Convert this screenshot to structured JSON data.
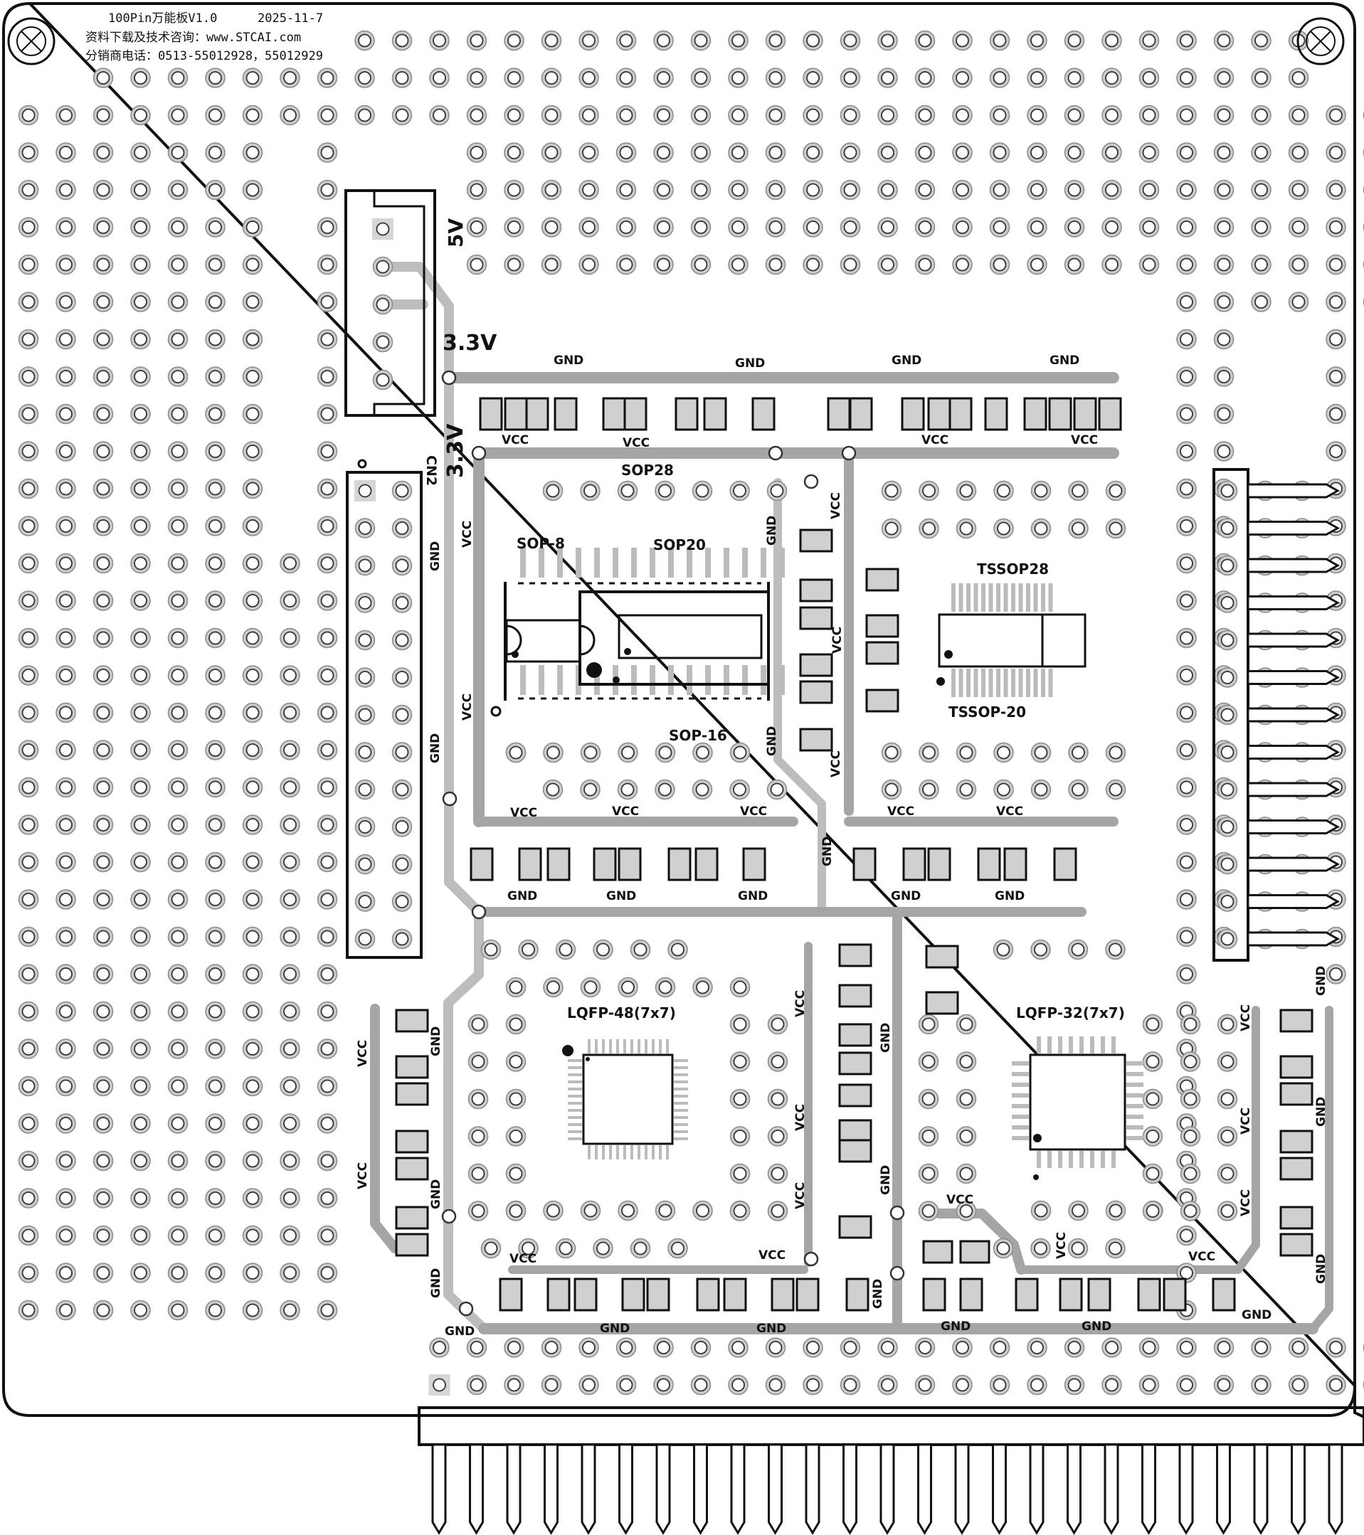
{
  "board": {
    "header_line1_name": "100Pin万能板V1.0",
    "header_line1_date": "2025-11-7",
    "header_line2": "资料下载及技术咨询：www.STCAI.com",
    "header_line3": "分销商电话：0513-55012928，55012929"
  },
  "labels": {
    "v5": "5V",
    "v33_top": "3.3V",
    "v33_side": "3.3V",
    "cn2": "CN2",
    "gnd": "GND",
    "vcc": "VCC",
    "sop28": "SOP28",
    "sop8": "SOP-8",
    "sop20": "SOP20",
    "sop16": "SOP-16",
    "tssop28": "TSSOP28",
    "tssop20": "TSSOP-20",
    "lqfp48": "LQFP-48(7x7)",
    "lqfp32": "LQFP-32(7x7)"
  },
  "colors": {
    "outline": "#111111",
    "trace": "#bdbdbd",
    "trace_dark": "#a5a5a5",
    "pad_fill": "#d2d2d2",
    "white": "#ffffff"
  }
}
